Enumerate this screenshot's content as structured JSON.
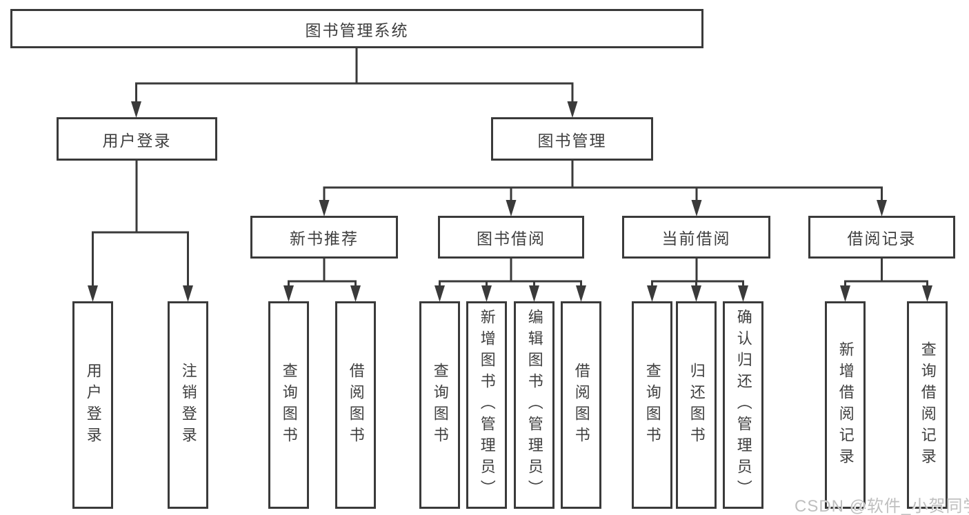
{
  "diagram": {
    "root": {
      "label": "图书管理系统"
    },
    "branches": [
      {
        "label": "用户登录",
        "children": [
          {
            "label": "用户登录"
          },
          {
            "label": "注销登录"
          }
        ]
      },
      {
        "label": "图书管理",
        "children": [
          {
            "label": "新书推荐",
            "children": [
              {
                "label": "查询图书"
              },
              {
                "label": "借阅图书"
              }
            ]
          },
          {
            "label": "图书借阅",
            "children": [
              {
                "label": "查询图书"
              },
              {
                "label": "新增图书（管理员）"
              },
              {
                "label": "编辑图书（管理员）"
              },
              {
                "label": "借阅图书"
              }
            ]
          },
          {
            "label": "当前借阅",
            "children": [
              {
                "label": "查询图书"
              },
              {
                "label": "归还图书"
              },
              {
                "label": "确认归还（管理员）"
              }
            ]
          },
          {
            "label": "借阅记录",
            "children": [
              {
                "label": "新增借阅记录"
              },
              {
                "label": "查询借阅记录"
              }
            ]
          }
        ]
      }
    ]
  },
  "watermark": {
    "text": "CSDN @软件_小贺同学"
  },
  "colors": {
    "line": "#3a3a3a",
    "text": "#3f3f3f",
    "box_background": "#ffffff",
    "watermark": "#bfbfbf",
    "background": "#ffffff"
  }
}
